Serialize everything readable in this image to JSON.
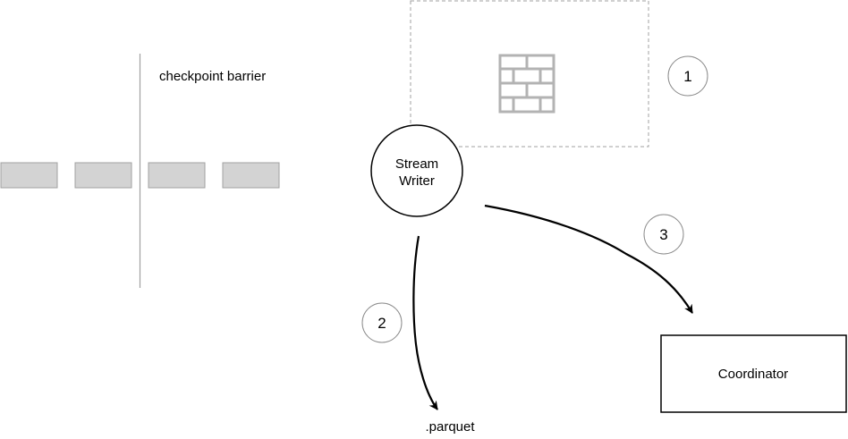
{
  "labels": {
    "checkpoint_barrier": "checkpoint  barrier",
    "stream_writer_line1": "Stream",
    "stream_writer_line2": "Writer",
    "parquet": ".parquet",
    "coordinator": "Coordinator"
  },
  "steps": {
    "one": "1",
    "two": "2",
    "three": "3"
  },
  "icons": {
    "barrier": "brick-wall-icon"
  },
  "colors": {
    "record_fill": "#d3d3d3",
    "record_stroke": "#a0a0a0",
    "barrier_line": "#a0a0a0",
    "wall_icon": "#b3b3b3",
    "dashed_box": "#a0a0a0",
    "step_circle": "#8a8a8a",
    "arrow": "#000000"
  }
}
